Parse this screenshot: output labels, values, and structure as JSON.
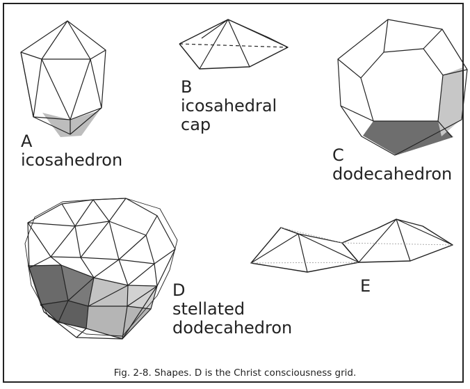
{
  "labels": {
    "a": {
      "letter": "A",
      "name": "icosahedron"
    },
    "b": {
      "letter": "B",
      "line1": "icosahedral",
      "line2": "cap"
    },
    "c": {
      "letter": "C",
      "name": "dodecahedron"
    },
    "d": {
      "letter": "D",
      "line1": "stellated",
      "line2": "dodecahedron"
    },
    "e": {
      "letter": "E"
    }
  },
  "caption": "Fig. 2-8.  Shapes. D is the Christ consciousness grid.",
  "colors": {
    "ink": "#222222",
    "dark_face": "#6e6e6e",
    "mid_face": "#9a9a9a",
    "light_face": "#c9c9c9"
  }
}
